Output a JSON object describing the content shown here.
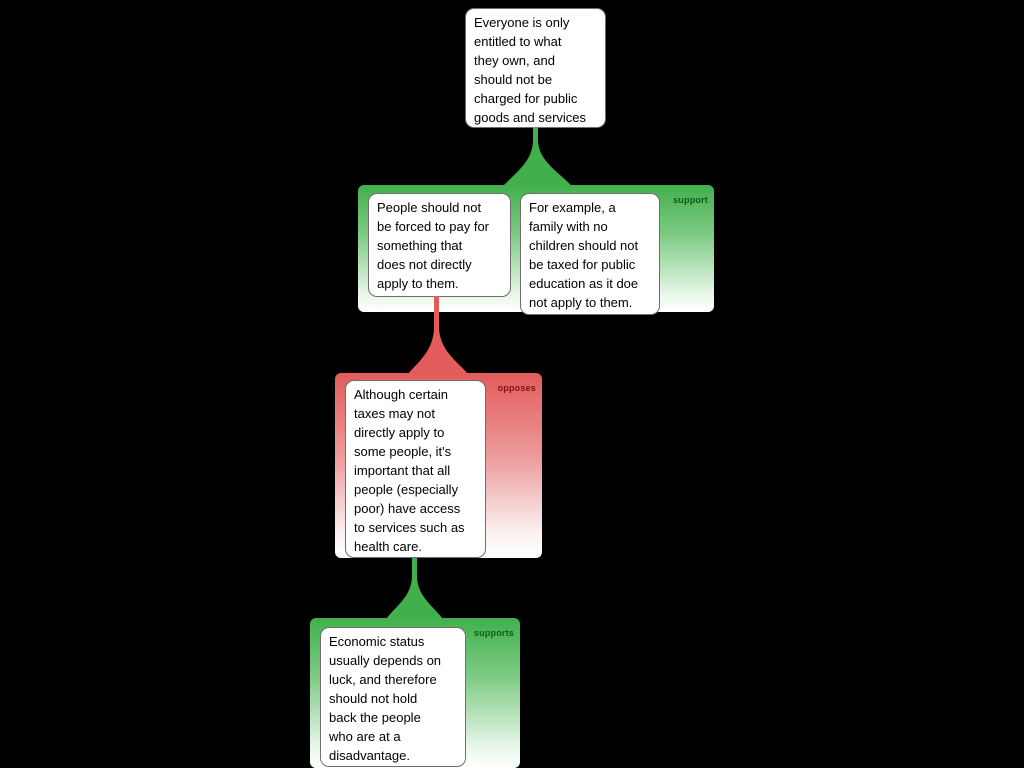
{
  "canvas": {
    "background": "#000000"
  },
  "root_claim": {
    "text": "Everyone is only\nentitled to what\nthey own, and\nshould not be\ncharged for public\ngoods and services"
  },
  "groups": [
    {
      "label": "support",
      "type": "support",
      "children": [
        {
          "text": "People should not\nbe forced to pay for\nsomething that\ndoes not directly\napply to them."
        },
        {
          "text": "For example, a\nfamily with no\nchildren should not\nbe taxed for public\neducation as it doe\nnot apply to them."
        }
      ]
    },
    {
      "label": "opposes",
      "type": "oppose",
      "children": [
        {
          "text": "Although certain\ntaxes may not\ndirectly apply to\nsome people, it's\nimportant that all\npeople (especially\npoor) have access\nto services such as\nhealth care."
        }
      ]
    },
    {
      "label": "supports",
      "type": "support",
      "children": [
        {
          "text": "Economic status\nusually depends on\nluck, and therefore\nshould not hold\nback the people\nwho are at a\ndisadvantage."
        }
      ]
    }
  ],
  "colors": {
    "support_fill": "#41b04c",
    "oppose_fill": "#e35b5b",
    "support_label_text": "#0d5c17",
    "oppose_label_text": "#7e1414",
    "card_background": "#ffffff",
    "background": "#000000"
  }
}
